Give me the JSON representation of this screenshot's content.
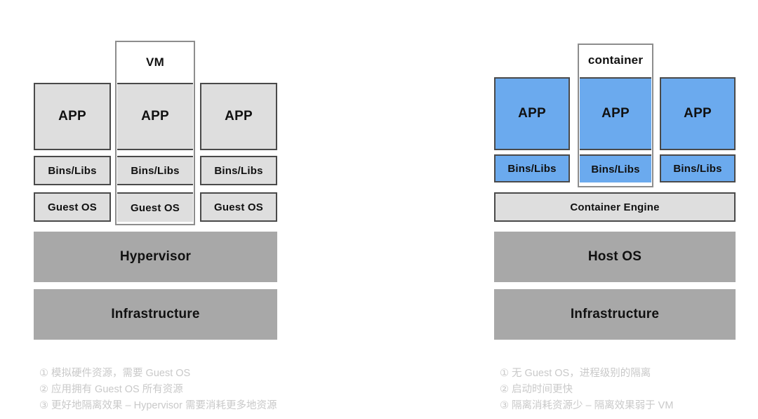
{
  "diagram": {
    "title_hidden": "",
    "colors": {
      "app_gray": "#dedede",
      "bar_gray": "#a8a8a8",
      "app_blue": "#6baaee",
      "border_dark": "#4a4a4a",
      "border_light": "#8d8d8d",
      "note_text": "#c9c9c9",
      "background": "#ffffff"
    },
    "left": {
      "cap_label": "VM",
      "columns": [
        {
          "app": "APP",
          "bins": "Bins/Libs",
          "guest": "Guest OS"
        },
        {
          "app": "APP",
          "bins": "Bins/Libs",
          "guest": "Guest OS"
        },
        {
          "app": "APP",
          "bins": "Bins/Libs",
          "guest": "Guest OS"
        }
      ],
      "bars": [
        {
          "label": "Hypervisor"
        },
        {
          "label": "Infrastructure"
        }
      ],
      "notes": [
        "① 模拟硬件资源，需要 Guest OS",
        "② 应用拥有 Guest OS 所有资源",
        "③ 更好地隔离效果 – Hypervisor 需要消耗更多地资源"
      ]
    },
    "right": {
      "cap_label": "container",
      "columns": [
        {
          "app": "APP",
          "bins": "Bins/Libs"
        },
        {
          "app": "APP",
          "bins": "Bins/Libs"
        },
        {
          "app": "APP",
          "bins": "Bins/Libs"
        }
      ],
      "engine": {
        "label": "Container Engine"
      },
      "bars": [
        {
          "label": "Host OS"
        },
        {
          "label": "Infrastructure"
        }
      ],
      "notes": [
        "① 无 Guest OS，进程级别的隔离",
        "② 启动时间更快",
        "③ 隔离消耗资源少 – 隔离效果弱于 VM"
      ]
    }
  }
}
